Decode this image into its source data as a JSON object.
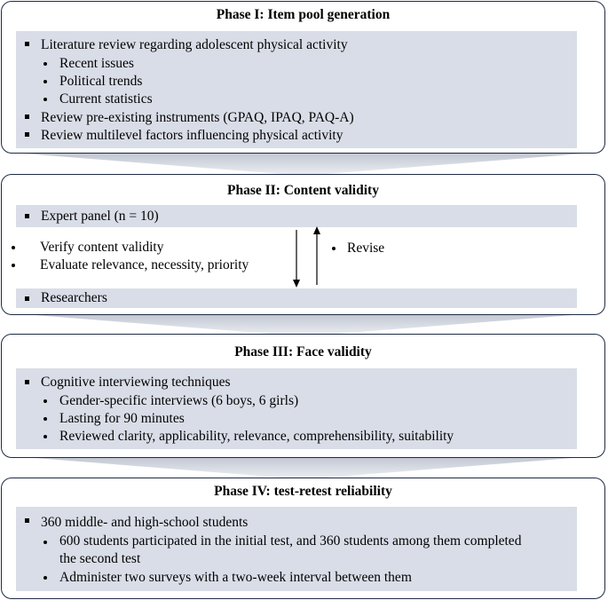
{
  "phase1": {
    "title": "Phase I: Item pool generation",
    "items": [
      {
        "text": "Literature review regarding adolescent physical activity",
        "level": 1
      },
      {
        "text": "Recent issues",
        "level": 2
      },
      {
        "text": "Political trends",
        "level": 2
      },
      {
        "text": "Current statistics",
        "level": 2
      },
      {
        "text": "Review pre-existing instruments (GPAQ, IPAQ, PAQ-A)",
        "level": 1
      },
      {
        "text": "Review multilevel factors influencing physical activity",
        "level": 1
      }
    ]
  },
  "phase2": {
    "title": "Phase II: Content validity",
    "expert": "Expert panel (n = 10)",
    "left_items": [
      "Verify content validity",
      "Evaluate relevance, necessity, priority"
    ],
    "revise": "Revise",
    "researchers": "Researchers"
  },
  "phase3": {
    "title": "Phase III: Face validity",
    "items": [
      {
        "text": "Cognitive interviewing techniques",
        "level": 1
      },
      {
        "text": "Gender-specific interviews (6 boys, 6 girls)",
        "level": 2
      },
      {
        "text": "Lasting for 90 minutes",
        "level": 2
      },
      {
        "text": "Reviewed clarity, applicability, relevance, comprehensibility, suitability",
        "level": 2
      }
    ]
  },
  "phase4": {
    "title": "Phase IV: test-retest reliability",
    "items": [
      {
        "text": "360 middle- and high-school students",
        "level": 1
      },
      {
        "text": "600 students participated in the initial test, and 360 students among them completed",
        "level": 2
      },
      {
        "text": "the second test",
        "level": 3
      },
      {
        "text": "Administer two surveys with a two-week interval between them",
        "level": 2
      }
    ]
  },
  "colors": {
    "border": "#1f2a44",
    "panel": "#d9dde7",
    "connector_top": "#bfc5d1",
    "connector_bottom": "#eef0f4"
  }
}
